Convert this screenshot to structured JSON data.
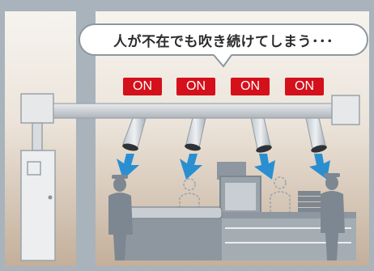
{
  "speech_bubble": {
    "text": "人が不在でも吹き続けてしまう･･･"
  },
  "status_badges": [
    {
      "label": "ON"
    },
    {
      "label": "ON"
    },
    {
      "label": "ON"
    },
    {
      "label": "ON"
    }
  ],
  "colors": {
    "badge_red": "#d4101b",
    "airflow_blue": "#2a8fd1",
    "wall_gradient_top": "#f4f1ec",
    "wall_gradient_bottom": "#c9b6a3",
    "silhouette_gray": "#7d8791",
    "frame_blue_gray": "#a9b3bb"
  },
  "icons": [
    "person-silhouette-icon",
    "absent-person-outline-icon",
    "airflow-arrow-icon",
    "speech-bubble-icon"
  ]
}
